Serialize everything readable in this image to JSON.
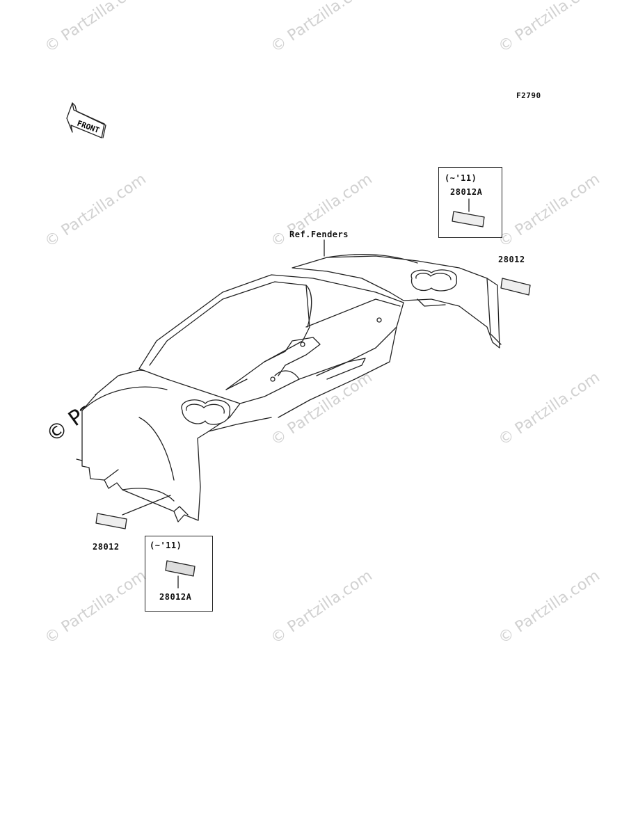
{
  "diagram": {
    "figure_code": "F2790",
    "front_arrow_label": "FRONT",
    "ref_label": "Ref.Fenders",
    "parts": {
      "upper_right_label": "28012",
      "lower_left_label": "28012",
      "upper_box": {
        "note": "(~'11)",
        "label": "28012A"
      },
      "lower_box": {
        "note": "(~'11)",
        "label": "28012A"
      }
    }
  },
  "watermarks": {
    "text": "© Partzilla.com",
    "big_text": "© Partzilla.com"
  }
}
